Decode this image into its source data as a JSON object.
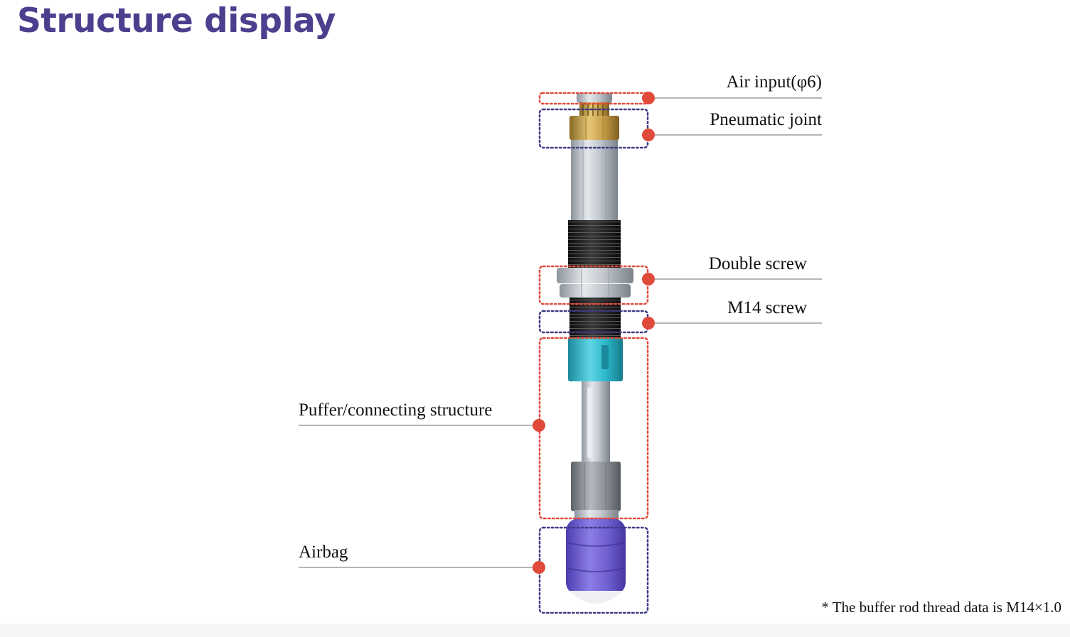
{
  "header": {
    "title": "Structure display"
  },
  "colors": {
    "title": "#4b3f8e",
    "marker": "#e04a3a",
    "box_red": "#e04a3a",
    "box_blue": "#3d3a86",
    "airbag": "#6f5fd0",
    "coupler": "#2ab6c9",
    "brass": "#c8a24a"
  },
  "callouts": [
    {
      "id": "air-input",
      "label": "Air input(φ6)",
      "box_color": "red"
    },
    {
      "id": "pneumatic-joint",
      "label": "Pneumatic joint",
      "box_color": "blue"
    },
    {
      "id": "double-screw",
      "label": "Double screw",
      "box_color": "red"
    },
    {
      "id": "m14-screw",
      "label": "M14 screw",
      "box_color": "blue"
    },
    {
      "id": "puffer-structure",
      "label": "Puffer/connecting structure",
      "box_color": "red"
    },
    {
      "id": "airbag",
      "label": "Airbag",
      "box_color": "blue"
    }
  ],
  "footnote": {
    "text": "* The buffer rod thread data is M14×1.0"
  }
}
